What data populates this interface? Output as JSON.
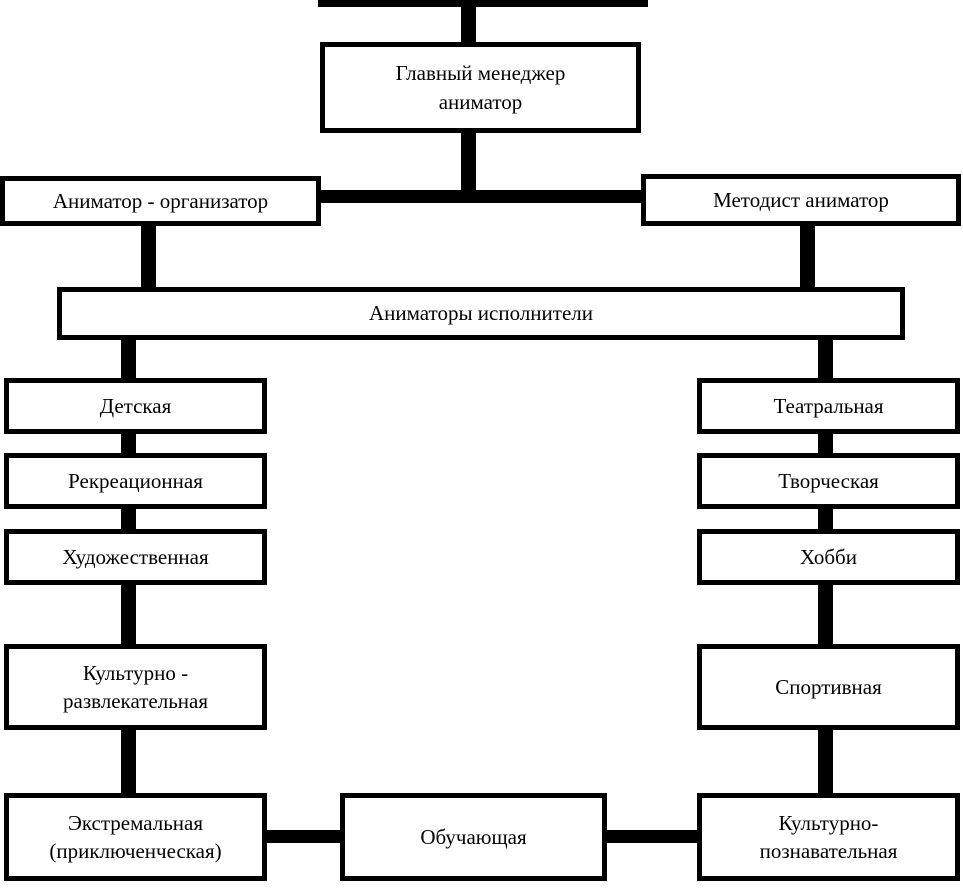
{
  "diagram": {
    "title": "Animation service organizational structure",
    "colors": {
      "line": "#000000",
      "background": "#ffffff",
      "text": "#000000"
    },
    "nodes": {
      "top_manager": "Главный менеджер\nаниматор",
      "organizer": "Аниматор - организатор",
      "methodist": "Методист аниматор",
      "performers": "Аниматоры исполнители",
      "left": [
        "Детская",
        "Рекреационная",
        "Художественная",
        "Культурно -\nразвлекательная",
        "Экстремальная\n(приключенческая)"
      ],
      "right": [
        "Театральная",
        "Творческая",
        "Хобби",
        "Спортивная",
        "Культурно-\nпознавательная"
      ],
      "bottom_center": "Обучающая"
    },
    "edges": [
      [
        "top_partial",
        "top_manager"
      ],
      [
        "top_manager",
        "organizer"
      ],
      [
        "top_manager",
        "methodist"
      ],
      [
        "organizer",
        "performers"
      ],
      [
        "methodist",
        "performers"
      ],
      [
        "performers",
        "left.0"
      ],
      [
        "left.0",
        "left.1"
      ],
      [
        "left.1",
        "left.2"
      ],
      [
        "left.2",
        "left.3"
      ],
      [
        "left.3",
        "left.4"
      ],
      [
        "performers",
        "right.0"
      ],
      [
        "right.0",
        "right.1"
      ],
      [
        "right.1",
        "right.2"
      ],
      [
        "right.2",
        "right.3"
      ],
      [
        "right.3",
        "right.4"
      ],
      [
        "left.4",
        "bottom_center"
      ],
      [
        "bottom_center",
        "right.4"
      ]
    ]
  }
}
